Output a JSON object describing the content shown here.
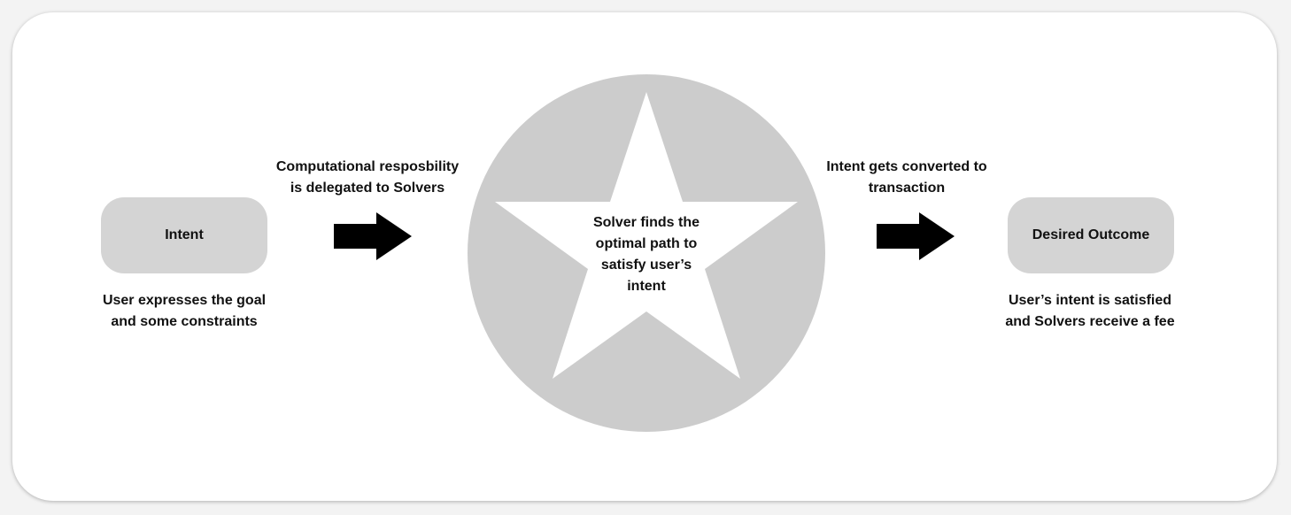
{
  "diagram": {
    "colors": {
      "node_fill": "#d4d4d4",
      "hub_fill": "#cccccc",
      "star_fill": "#ffffff",
      "arrow": "#000000",
      "text": "#111111"
    },
    "intent_node": {
      "label": "Intent",
      "caption": "User expresses the goal\nand some constraints"
    },
    "arrow_1": {
      "icon": "right-arrow-icon",
      "caption": "Computational resposbility\nis delegated to Solvers"
    },
    "solver_hub": {
      "icon": "star-icon",
      "label": "Solver finds the\noptimal path to\nsatisfy user’s\nintent"
    },
    "arrow_2": {
      "icon": "right-arrow-icon",
      "caption": "Intent gets converted to\ntransaction"
    },
    "outcome_node": {
      "label": "Desired Outcome",
      "caption": "User’s intent is satisfied\nand Solvers receive a fee"
    }
  }
}
